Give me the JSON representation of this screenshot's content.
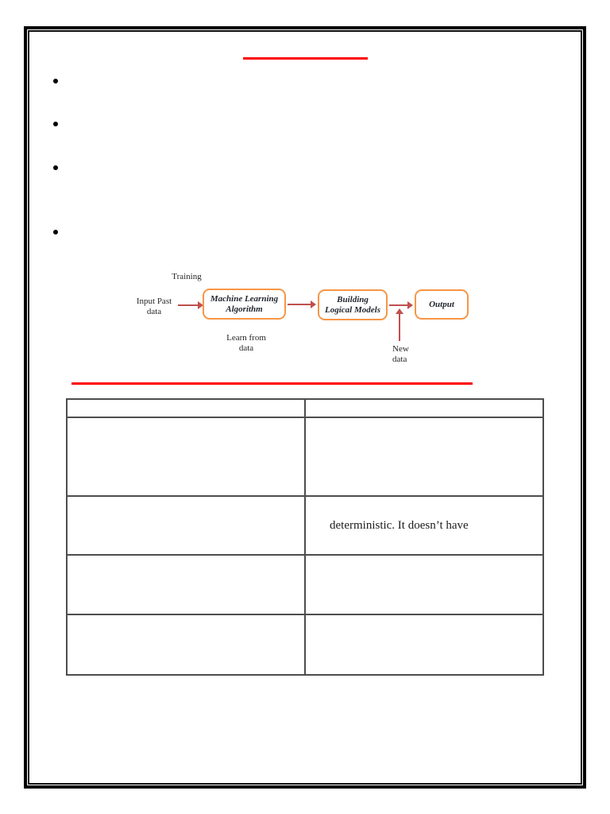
{
  "title": {
    "underline_color": "#fe0000"
  },
  "bullets": {
    "items": [
      "",
      "",
      "",
      ""
    ]
  },
  "diagram": {
    "training_label": "Training",
    "input_label_line1": "Input Past",
    "input_label_line2": "data",
    "learn_label_line1": "Learn from",
    "learn_label_line2": "data",
    "new_label_line1": "New",
    "new_label_line2": "data",
    "boxes": [
      {
        "line1": "Machine Learning",
        "line2": "Algorithm"
      },
      {
        "line1": "Building",
        "line2": "Logical Models"
      },
      {
        "line1": "Output",
        "line2": ""
      }
    ],
    "colors": {
      "box_border": "#f79646",
      "arrow": "#c0504d"
    }
  },
  "divider": {
    "color": "#fe0000"
  },
  "table": {
    "border_color": "#4d4d4d",
    "rows": [
      {
        "left": "",
        "right": ""
      },
      {
        "left": "",
        "right": ""
      },
      {
        "left": "",
        "right": "deterministic. It doesn’t have"
      },
      {
        "left": "",
        "right": ""
      },
      {
        "left": "",
        "right": ""
      }
    ]
  }
}
